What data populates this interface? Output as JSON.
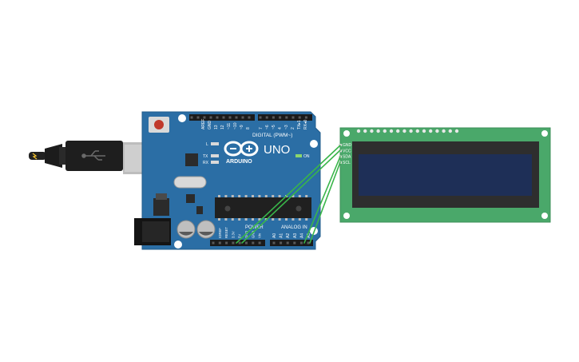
{
  "board": {
    "logo_text": "UNO",
    "brand_text": "ARDUINO",
    "digital_header": "DIGITAL (PWM~)",
    "power_header": "POWER",
    "analog_header": "ANALOG IN",
    "on_label": "ON",
    "led_labels": {
      "l": "L",
      "tx": "TX",
      "rx": "RX"
    },
    "digital_pins": [
      "AREF",
      "GND",
      "13",
      "12",
      "~11",
      "~10",
      "~9",
      "8",
      "7",
      "~6",
      "~5",
      "4",
      "~3",
      "2",
      "TX▸1",
      "RX◂0"
    ],
    "power_pins": [
      "IOREF",
      "RESET",
      "3.3V",
      "5V",
      "GND",
      "GND",
      "Vin"
    ],
    "analog_pins": [
      "A0",
      "A1",
      "A2",
      "A3",
      "A4",
      "A5"
    ]
  },
  "lcd": {
    "pin_labels": [
      "GND",
      "VCC",
      "SDA",
      "SCL"
    ],
    "header_pin_count": 16
  },
  "colors": {
    "board": "#2b6ea5",
    "lcd_pcb": "#4aa86a",
    "lcd_screen": "#1e2f57",
    "wire": "#39b54a"
  }
}
